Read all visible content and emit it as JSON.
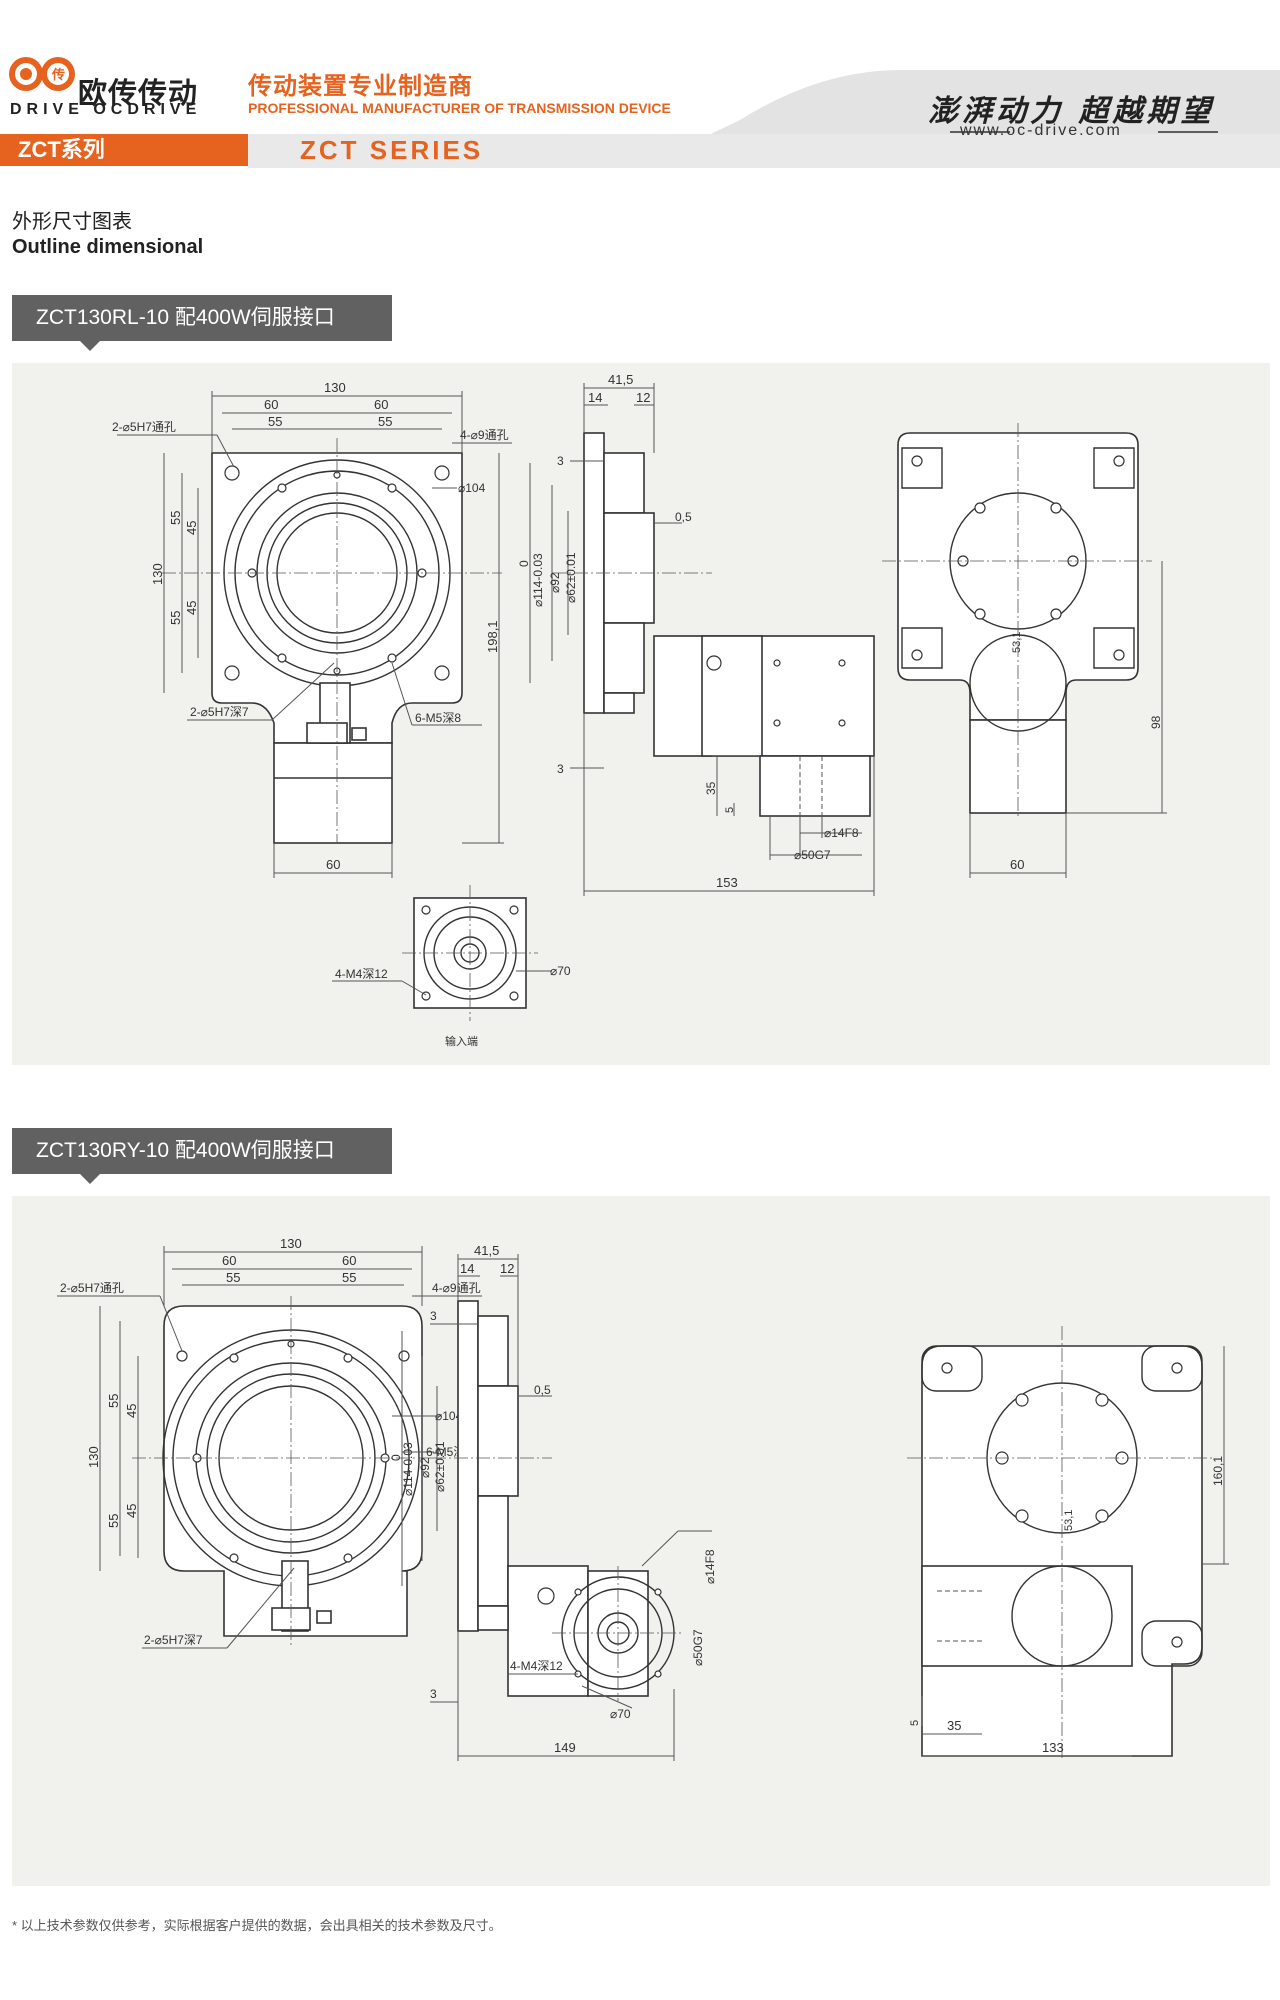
{
  "brand": {
    "logo_char": "传",
    "name_cn": "欧传传动",
    "name_en": "DRIVE OCDRIVE",
    "tagline_cn": "传动装置专业制造商",
    "tagline_en": "PROFESSIONAL MANUFACTURER OF TRANSMISSION DEVICE",
    "slogan": "澎湃动力 超越期望",
    "website": "www.oc-drive.com",
    "accent_color": "#e5621f"
  },
  "series": {
    "label_cn": "ZCT系列",
    "label_en": "ZCT SERIES"
  },
  "section": {
    "title_cn": "外形尺寸图表",
    "title_en": "Outline dimensional"
  },
  "models": [
    {
      "title": "ZCT130RL-10 配400W伺服接口",
      "dims": {
        "top_width": "130",
        "half_60_l": "60",
        "half_60_r": "60",
        "half_55_l": "55",
        "half_55_r": "55",
        "hole_4": "2-⌀5H7通孔",
        "hole_9": "4-⌀9通孔",
        "d104": "⌀104",
        "side_130": "130",
        "side_55_u": "55",
        "side_45_u": "45",
        "side_55_d": "55",
        "side_45_d": "45",
        "hole_5h7": "2-⌀5H7深7",
        "m5": "6-M5深8",
        "bottom_60": "60",
        "w41": "41,5",
        "w14": "14",
        "w12": "12",
        "h3": "3",
        "h05": "0,5",
        "zero": "0",
        "d114": "⌀114-0.03",
        "d92": "⌀92",
        "d62": "⌀62±0.01",
        "h198": "198,1",
        "h3b": "3",
        "h35": "35",
        "h5": "5",
        "d14": "⌀14F8",
        "d50": "⌀50G7",
        "w153": "153",
        "m4": "4-M4深12",
        "d70": "⌀70",
        "input_label": "输入端",
        "r_60": "60",
        "r_98": "98",
        "r_531": "53,1"
      }
    },
    {
      "title": "ZCT130RY-10 配400W伺服接口",
      "dims": {
        "top_width": "130",
        "half_60_l": "60",
        "half_60_r": "60",
        "half_55_l": "55",
        "half_55_r": "55",
        "hole_4": "2-⌀5H7通孔",
        "hole_9": "4-⌀9通孔",
        "d104": "⌀104",
        "m5": "6-M5深8",
        "side_130": "130",
        "side_55_u": "55",
        "side_45_u": "45",
        "side_55_d": "55",
        "side_45_d": "45",
        "hole_5h7": "2-⌀5H7深7",
        "w41": "41,5",
        "w14": "14",
        "w12": "12",
        "h3": "3",
        "h05": "0,5",
        "zero": "0",
        "d114": "⌀114-0.03",
        "d92": "⌀92",
        "d62": "⌀62±0.01",
        "d14": "⌀14F8",
        "d50": "⌀50G7",
        "m4": "4-M4深12",
        "d70": "⌀70",
        "h3b": "3",
        "w149": "149",
        "r_1601": "160,1",
        "r_531": "53,1",
        "r_5": "5",
        "r_35": "35",
        "r_133": "133"
      }
    }
  ],
  "footnote": "* 以上技术参数仅供参考，实际根据客户提供的数据，会出具相关的技术参数及尺寸。"
}
